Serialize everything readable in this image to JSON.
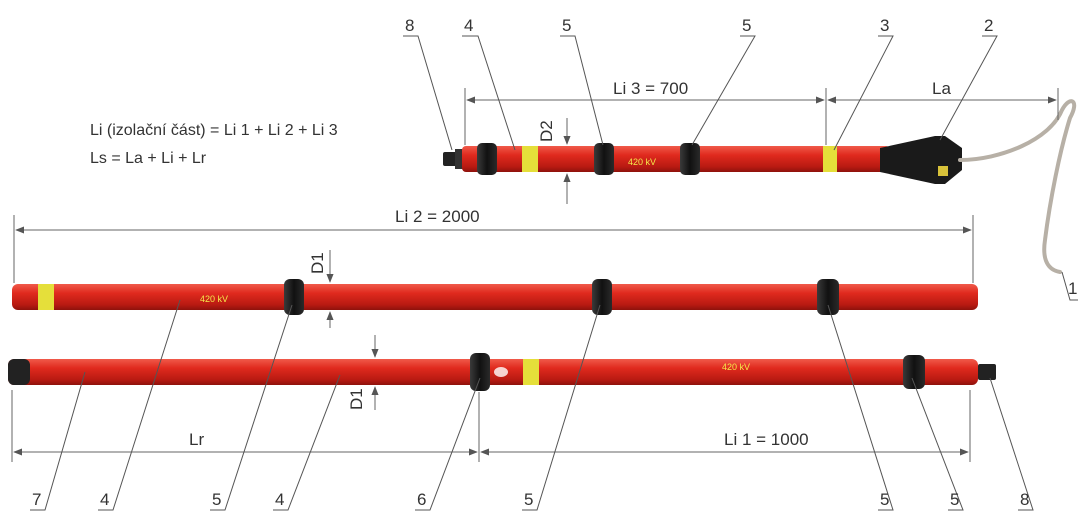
{
  "formulas": {
    "line1": "Li (izolační část) = Li 1 + Li 2 + Li 3",
    "line2": "Ls = La + Li + Lr"
  },
  "dimensions": {
    "li3": "Li 3 = 700",
    "la": "La",
    "li2": "Li 2 = 2000",
    "lr": "Lr",
    "li1": "Li 1 = 1000",
    "d2": "D2",
    "d1_upper": "D1",
    "d1_lower": "D1"
  },
  "part_labels": {
    "top_8": "8",
    "top_4": "4",
    "top_5a": "5",
    "top_5b": "5",
    "top_3": "3",
    "top_2": "2",
    "right_1": "1",
    "bottom_7": "7",
    "bottom_4a": "4",
    "bottom_5a": "5",
    "bottom_4b": "4",
    "bottom_6": "6",
    "bottom_5b": "5",
    "bottom_5c": "5",
    "bottom_5d": "5",
    "bottom_8": "8"
  },
  "rod_markings": {
    "top": "420 kV",
    "middle": "420 kV",
    "bottom": "420 kV"
  },
  "colors": {
    "rod_red": "#d8261c",
    "rod_dark": "#a8160f",
    "band_yellow": "#e8e23a",
    "collar_black": "#1d1d1d",
    "line_gray": "#555555"
  }
}
